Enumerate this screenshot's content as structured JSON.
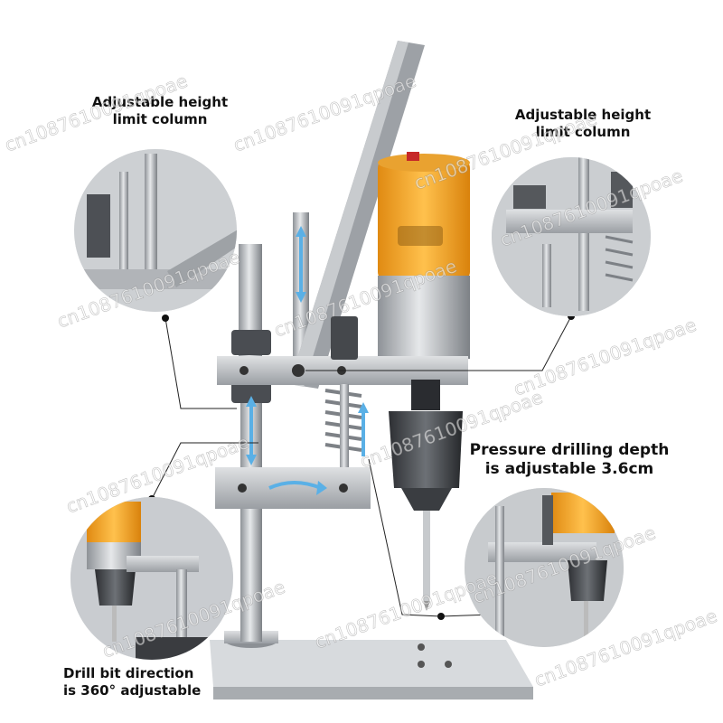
{
  "callouts": {
    "top_left": {
      "line1": "Adjustable height",
      "line2": "limit column"
    },
    "top_right": {
      "line1": "Adjustable height",
      "line2": "limit column"
    },
    "middle_right": {
      "line1": "Pressure drilling depth",
      "line2": "is adjustable 3.6cm"
    },
    "bottom_left": {
      "line1": "Drill bit direction",
      "line2": "is 360° adjustable"
    }
  },
  "watermark": {
    "text": "cn1087610091qpoae"
  },
  "colors": {
    "motor_orange": "#f5a623",
    "metal": "#b9bcc0",
    "arrow_blue": "#5ab0e6"
  }
}
